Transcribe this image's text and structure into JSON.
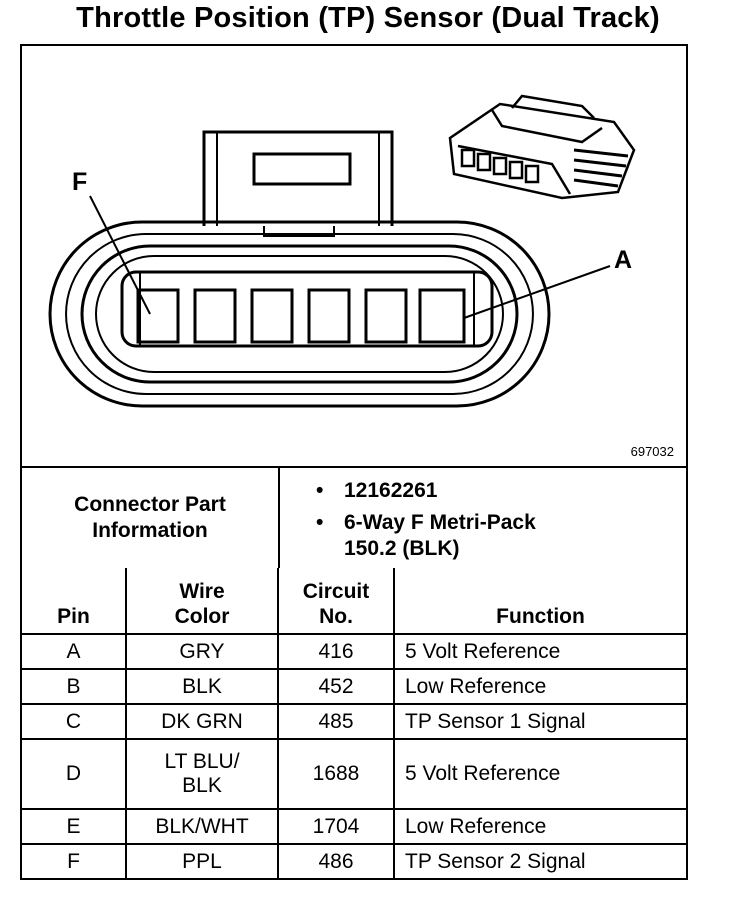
{
  "title": "Throttle Position (TP) Sensor (Dual Track)",
  "figure_number": "697032",
  "pin_labels": {
    "left": "F",
    "right": "A"
  },
  "connector_info": {
    "label_line1": "Connector Part",
    "label_line2": "Information",
    "bullets": [
      {
        "bullet": "•",
        "line1": "12162261",
        "line2": ""
      },
      {
        "bullet": "•",
        "line1": "6-Way F Metri-Pack",
        "line2": "150.2 (BLK)"
      }
    ]
  },
  "table": {
    "headers": {
      "pin": "Pin",
      "wire_color_line1": "Wire",
      "wire_color_line2": "Color",
      "circuit_line1": "Circuit",
      "circuit_line2": "No.",
      "function": "Function"
    },
    "rows": [
      {
        "pin": "A",
        "color_line1": "GRY",
        "color_line2": "",
        "circuit": "416",
        "function": "5 Volt Reference"
      },
      {
        "pin": "B",
        "color_line1": "BLK",
        "color_line2": "",
        "circuit": "452",
        "function": "Low Reference"
      },
      {
        "pin": "C",
        "color_line1": "DK GRN",
        "color_line2": "",
        "circuit": "485",
        "function": "TP Sensor 1 Signal"
      },
      {
        "pin": "D",
        "color_line1": "LT BLU/",
        "color_line2": "BLK",
        "circuit": "1688",
        "function": "5 Volt Reference"
      },
      {
        "pin": "E",
        "color_line1": "BLK/WHT",
        "color_line2": "",
        "circuit": "1704",
        "function": "Low Reference"
      },
      {
        "pin": "F",
        "color_line1": "PPL",
        "color_line2": "",
        "circuit": "486",
        "function": "TP Sensor 2 Signal"
      }
    ]
  }
}
